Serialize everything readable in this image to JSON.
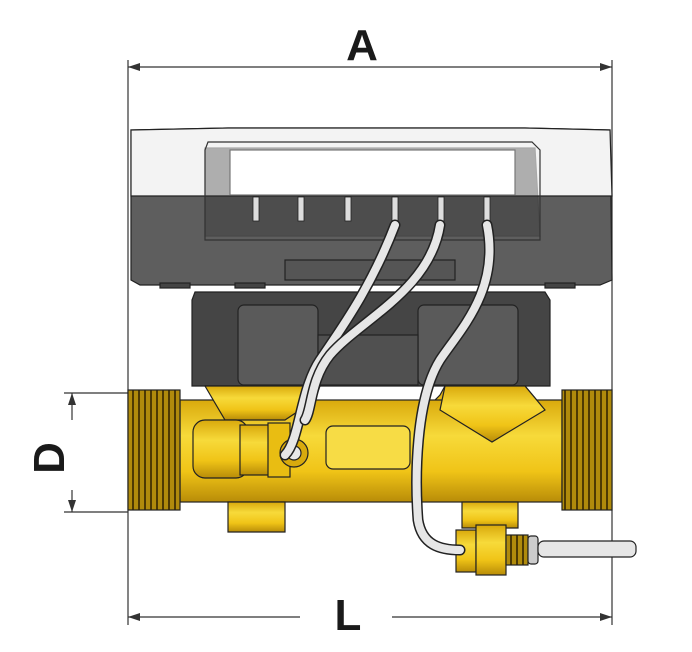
{
  "dimensions": {
    "width_label": "A",
    "height_label": "D",
    "length_label": "L"
  },
  "colors": {
    "brass": "#f2cc1a",
    "brass_dark": "#b8900a",
    "housing_light": "#f4f4f4",
    "housing_dark": "#5e5e5e",
    "block_dark": "#454545",
    "cable": "#e6e6e6",
    "line": "#222222"
  }
}
